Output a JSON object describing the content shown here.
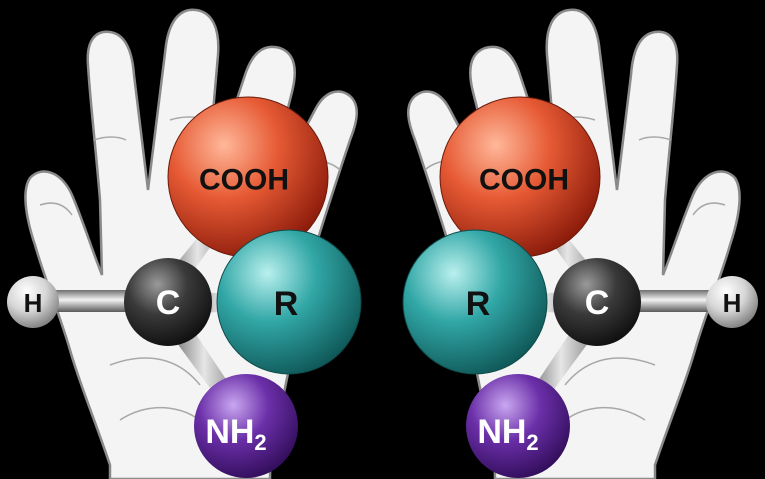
{
  "molecules": [
    {
      "side": "left",
      "atoms": {
        "cooh": {
          "label": "COOH",
          "color": "#e0522e"
        },
        "r": {
          "label": "R",
          "color": "#2ea3a3"
        },
        "c": {
          "label": "C",
          "color": "#333333"
        },
        "h": {
          "label": "H",
          "color": "#d8d8d8"
        },
        "nh2": {
          "label": "NH",
          "sub": "2",
          "color": "#6a2fa6"
        }
      }
    },
    {
      "side": "right",
      "atoms": {
        "cooh": {
          "label": "COOH",
          "color": "#e0522e"
        },
        "r": {
          "label": "R",
          "color": "#2ea3a3"
        },
        "c": {
          "label": "C",
          "color": "#333333"
        },
        "h": {
          "label": "H",
          "color": "#d8d8d8"
        },
        "nh2": {
          "label": "NH",
          "sub": "2",
          "color": "#6a2fa6"
        }
      }
    }
  ],
  "colors": {
    "background": "#000000",
    "hand_fill": "#f4f4f4",
    "hand_stroke": "#8a8a8a"
  }
}
